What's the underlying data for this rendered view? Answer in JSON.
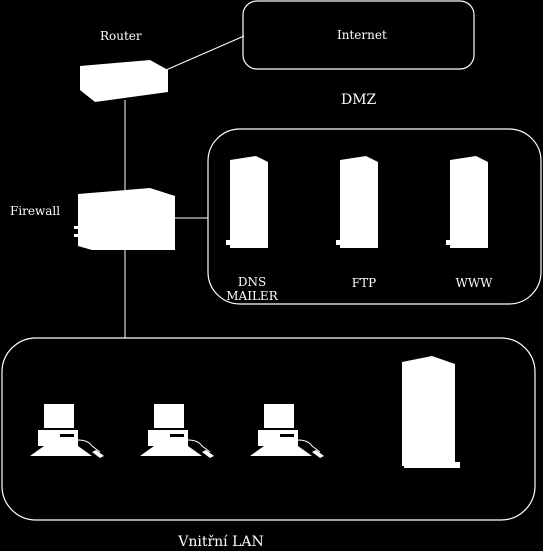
{
  "colors": {
    "background": "#000000",
    "foreground": "#ffffff"
  },
  "nodes": {
    "router": {
      "label": "Router",
      "icon": "router-icon"
    },
    "internet": {
      "label": "Internet"
    },
    "dmz": {
      "label": "DMZ"
    },
    "firewall": {
      "label": "Firewall",
      "icon": "firewall-icon"
    },
    "dns_mailer": {
      "label_line1": "DNS",
      "label_line2": "MAILER",
      "icon": "server-tower-icon"
    },
    "ftp": {
      "label": "FTP",
      "icon": "server-tower-icon"
    },
    "www": {
      "label": "WWW",
      "icon": "server-tower-icon"
    },
    "lan": {
      "label": "Vnitřní LAN"
    },
    "workstations": [
      {
        "icon": "workstation-icon"
      },
      {
        "icon": "workstation-icon"
      },
      {
        "icon": "workstation-icon"
      }
    ],
    "lan_server": {
      "icon": "server-tower-icon"
    }
  }
}
